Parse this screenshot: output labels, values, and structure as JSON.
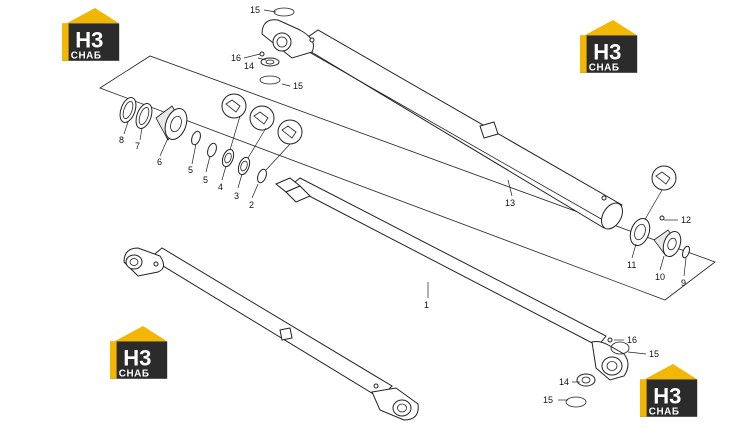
{
  "logo": {
    "mark": "H3",
    "subtitle": "СНАБ",
    "colors": {
      "roof": "#f2b705",
      "body": "#2b2b2b",
      "text": "#ffffff"
    }
  },
  "callouts": [
    "1",
    "2",
    "3",
    "4",
    "5",
    "5",
    "6",
    "7",
    "8",
    "9",
    "10",
    "11",
    "12",
    "13",
    "14",
    "14",
    "15",
    "15",
    "15",
    "15",
    "16",
    "16"
  ]
}
